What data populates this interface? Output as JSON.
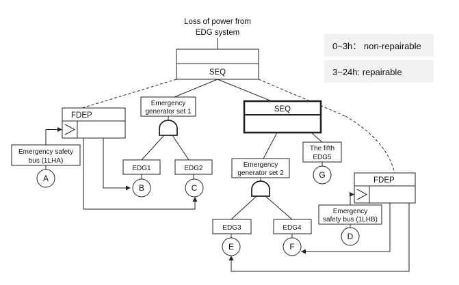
{
  "top_event": {
    "line1": "Loss of power  from",
    "line2": "EDG system"
  },
  "top_gate": "SEQ",
  "notes": {
    "nonrepairable": "0~3h： non-repairable",
    "repairable": "3~24h: repairable"
  },
  "fdep_left": {
    "label": "FDEP"
  },
  "fdep_right": {
    "label": "FDEP"
  },
  "seq_inner": "SEQ",
  "gen_set_1": {
    "line1": "Emergency",
    "line2": "generator set 1"
  },
  "gen_set_2": {
    "line1": "Emergency",
    "line2": "generator set 2"
  },
  "bus_1lha": {
    "line1": "Emergency safety",
    "line2": "bus (1LHA)"
  },
  "bus_1lhb": {
    "line1": "Emergency",
    "line2": "safety bus (1LHB)"
  },
  "fifth_edg": {
    "line1": "The fifth",
    "line2": "EDG5"
  },
  "edg1": "EDG1",
  "edg2": "EDG2",
  "edg3": "EDG3",
  "edg4": "EDG4",
  "events": {
    "A": "A",
    "B": "B",
    "C": "C",
    "D": "D",
    "E": "E",
    "F": "F",
    "G": "G"
  }
}
